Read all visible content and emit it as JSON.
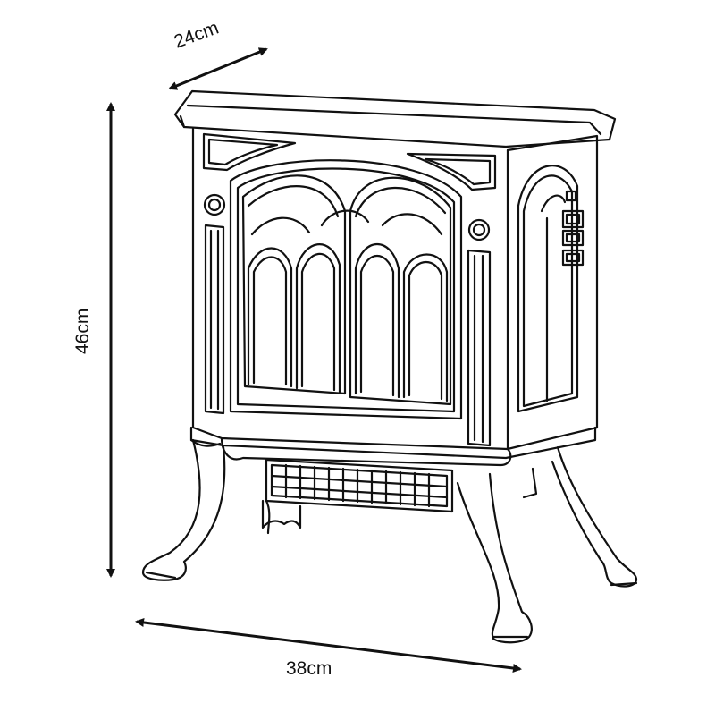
{
  "dimensions": {
    "depth": "24cm",
    "height": "46cm",
    "width": "38cm"
  },
  "colors": {
    "line": "#111111",
    "background": "#ffffff"
  }
}
